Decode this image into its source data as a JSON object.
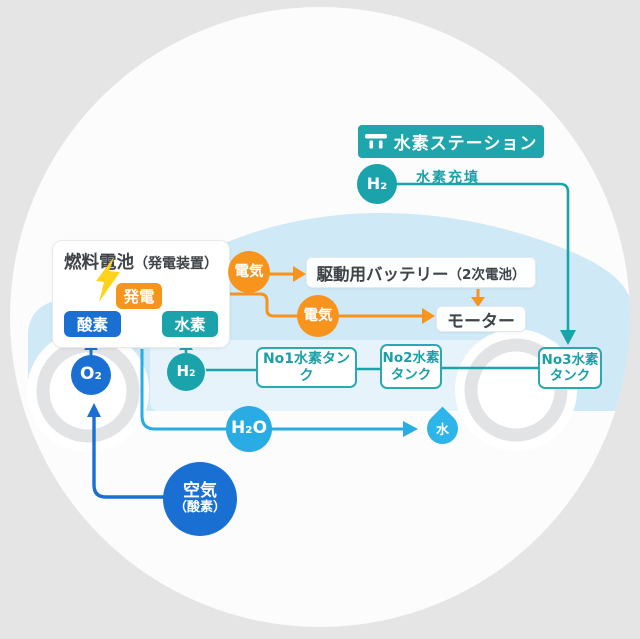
{
  "colors": {
    "teal": "#1ba3ab",
    "cyan": "#29abe3",
    "blue": "#1a6fd3",
    "orange": "#f7941e",
    "car_body": "#cfe9f6",
    "background": "#e5e5e6"
  },
  "station": {
    "title": "水素ステーション",
    "h2": "H₂",
    "refuel": "水素充填"
  },
  "fuel_cell": {
    "title": "燃料電池",
    "title_sub": "（発電装置）",
    "power": "発電",
    "oxygen": "酸素",
    "hydrogen": "水素"
  },
  "flows": {
    "electric_a": "電気",
    "electric_b": "電気",
    "h2": "H₂",
    "o2": "O₂",
    "h2o": "H₂O",
    "water": "水"
  },
  "battery": {
    "title": "駆動用バッテリー",
    "sub": "（2次電池）"
  },
  "motor": {
    "title": "モーター"
  },
  "tanks": {
    "tank1": "No1水素タンク",
    "tank2_line1": "No2水素",
    "tank2_line2": "タンク",
    "tank3_line1": "No3水素",
    "tank3_line2": "タンク"
  },
  "air": {
    "title": "空気",
    "sub": "（酸素）"
  }
}
